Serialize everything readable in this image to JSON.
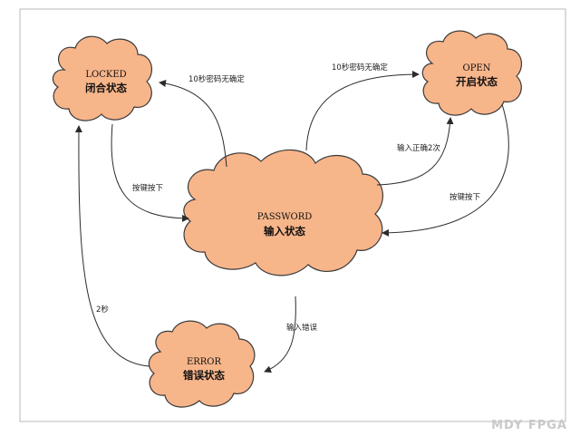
{
  "states": {
    "locked": {
      "name": "LOCKED",
      "label": "闭合状态"
    },
    "open": {
      "name": "OPEN",
      "label": "开启状态"
    },
    "password": {
      "name": "PASSWORD",
      "label": "输入状态"
    },
    "error": {
      "name": "ERROR",
      "label": "错误状态"
    }
  },
  "edges": {
    "password_to_locked": "10秒密码无确定",
    "password_to_open": "10秒密码无确定",
    "locked_to_password": "按键按下",
    "open_to_password": "按键按下",
    "password_to_open_correct": "输入正确2次",
    "password_to_error": "输入错误",
    "error_to_locked": "2秒"
  },
  "watermark": "MDY FPGA",
  "colors": {
    "cloud_fill": "#f7b58a",
    "cloud_stroke": "#3a3a3a",
    "line": "#2b2b2b"
  }
}
